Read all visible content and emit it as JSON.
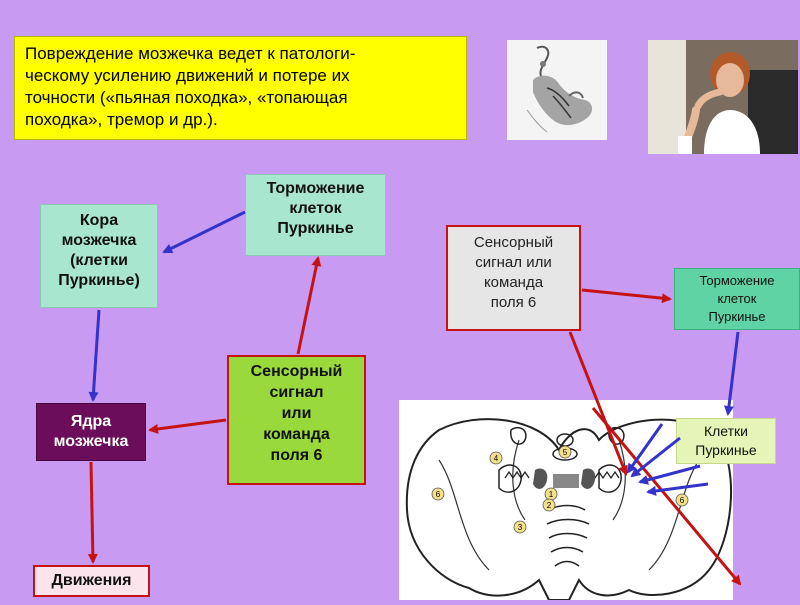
{
  "intro": {
    "lines": [
      "Повреждение мозжечка ведет к патологи-",
      "ческому усилению движений и потере их",
      "точности («пьяная походка», «топающая",
      "походка», тремор и др.)."
    ]
  },
  "left_diagram": {
    "cortex": [
      "Кора",
      "мозжечка",
      "(клетки",
      "Пуркинье)"
    ],
    "inhibition": [
      "Торможение",
      "клеток",
      "Пуркинье"
    ],
    "nuclei": [
      "Ядра",
      "мозжечка"
    ],
    "sensory": [
      "Сенсорный",
      "сигнал",
      "или",
      "команда",
      "поля 6"
    ],
    "movements": "Движения"
  },
  "right_diagram": {
    "sensory": [
      "Сенсорный",
      "сигнал или",
      "команда",
      "поля 6"
    ],
    "inhibition": [
      "Торможение",
      "клеток",
      "Пуркинье"
    ],
    "purkinje": [
      "Клетки",
      "Пуркинье"
    ]
  },
  "section_labels": [
    "1",
    "2",
    "3",
    "4",
    "5",
    "6",
    "6"
  ],
  "colors": {
    "background": "#c89af2",
    "red_arrow": "#c51313",
    "blue_arrow": "#3333cc",
    "intro_bg": "#ffff00"
  }
}
